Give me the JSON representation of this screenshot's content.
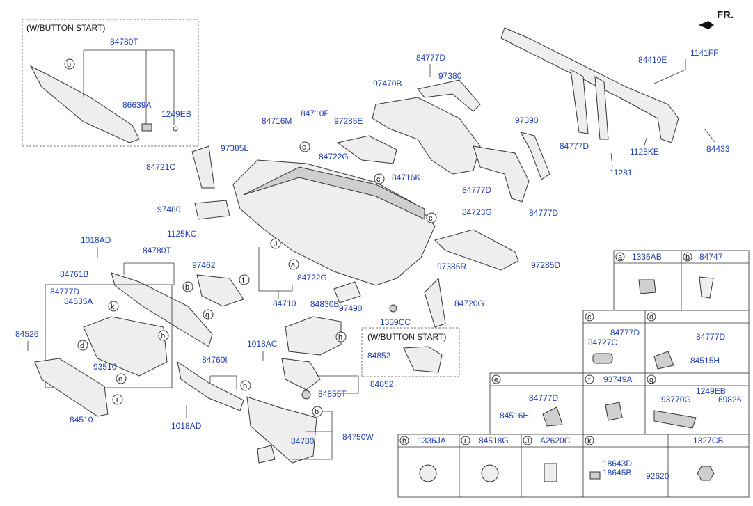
{
  "fr_label": "FR.",
  "button_start_label": "(W/BUTTON START)",
  "ref_labels": [
    "a",
    "b",
    "c",
    "d",
    "e",
    "f",
    "g",
    "h",
    "i",
    "J",
    "k"
  ],
  "callouts": {
    "p84780T_top": "84780T",
    "p86639A": "86639A",
    "p1249EB_top": "1249EB",
    "p84777D_1": "84777D",
    "p97380": "97380",
    "p97470B": "97470B",
    "p84410E": "84410E",
    "p1141FF": "1141FF",
    "p84716M": "84716M",
    "p84710F": "84710F",
    "p97285E": "97285E",
    "p97385L": "97385L",
    "p84722G_top": "84722G",
    "p84721C": "84721C",
    "p97390": "97390",
    "p84777D_2": "84777D",
    "p1125KE": "1125KE",
    "p84433": "84433",
    "p11281": "11281",
    "p84716K": "84716K",
    "p84777D_3": "84777D",
    "p84723G": "84723G",
    "p84777D_4": "84777D",
    "p97480": "97480",
    "p1125KC": "1125KC",
    "p97285D": "97285D",
    "p1018AD_top": "1018AD",
    "p84780T_mid": "84780T",
    "p97462": "97462",
    "p97385R": "97385R",
    "p84761B": "84761B",
    "p84722G_mid": "84722G",
    "p84777D_5": "84777D",
    "p84535A": "84535A",
    "p84710": "84710",
    "p84830B": "84830B",
    "p97490": "97490",
    "p84720G": "84720G",
    "p1339CC": "1339CC",
    "p84526": "84526",
    "p1018AC": "1018AC",
    "p84852_inset": "84852",
    "p84760I": "84760I",
    "p93510": "93510",
    "p84852": "84852",
    "p84855T": "84855T",
    "p84510": "84510",
    "p1018AD_bot": "1018AD",
    "p84750W": "84750W",
    "p84780": "84780"
  },
  "legend": {
    "a": "1336AB",
    "b": "84747",
    "c_p1": "84777D",
    "c_p2": "84727C",
    "d_p1": "84777D",
    "d_p2": "84515H",
    "e_p1": "84777D",
    "e_p2": "84516H",
    "f": "93749A",
    "g_p1": "1249EB",
    "g_p2": "93770G",
    "g_p3": "69826",
    "h": "1336JA",
    "i": "84518G",
    "J": "A2620C",
    "k_p1": "18643D",
    "k_p2": "18645B",
    "k_p3": "92620",
    "last": "1327CB"
  }
}
